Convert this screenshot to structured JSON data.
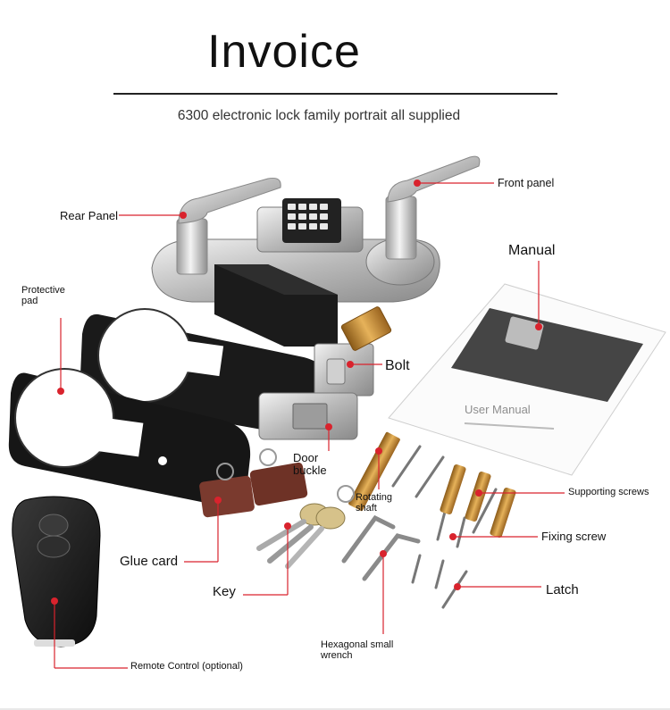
{
  "header": {
    "title": "Invoice",
    "subtitle": "6300 electronic lock family portrait all supplied"
  },
  "labels": {
    "front_panel": "Front panel",
    "rear_panel": "Rear Panel",
    "manual": "Manual",
    "protective_pad": "Protective\npad",
    "bolt": "Bolt",
    "user_manual": "User Manual",
    "door_buckle": "Door\nbuckle",
    "rotating_shaft": "Rotating\nshaft",
    "supporting_screws": "Supporting screws",
    "fixing_screw": "Fixing screw",
    "glue_card": "Glue card",
    "key": "Key",
    "latch": "Latch",
    "hex_wrench": "Hexagonal small\nwrench",
    "remote_control": "Remote Control (optional)"
  },
  "colors": {
    "pointer": "#d9232d",
    "steel": "#c9c9c9",
    "pad": "#1c1c1c",
    "brass": "#c98a2e",
    "card": "#7a3a2e"
  }
}
